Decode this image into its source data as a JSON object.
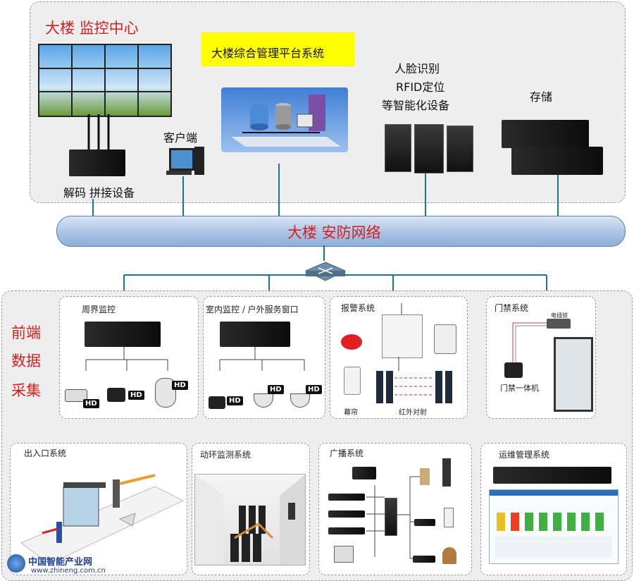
{
  "top": {
    "title": "大楼 监控中心",
    "platform": "大楼综合管理平台系统",
    "client": "客户端",
    "decoder": "解码 拼接设备",
    "smart_devices": [
      "人脸识别",
      "RFID定位",
      "等智能化设备"
    ],
    "storage": "存储"
  },
  "network": {
    "label": "大楼 安防网络"
  },
  "front": {
    "side_label": [
      "前端",
      "数据",
      "采集"
    ]
  },
  "subsystems": {
    "perimeter": {
      "title": "周界监控",
      "badges": [
        "HD",
        "HD",
        "HD"
      ]
    },
    "indoor": {
      "title": "室内监控 / 户外服务窗口",
      "badges": [
        "HD",
        "HD",
        "HD"
      ]
    },
    "alarm": {
      "title": "报警系统",
      "curtain": "幕帘",
      "infrared": "红外对射"
    },
    "access": {
      "title": "门禁系统",
      "lock": "电插锁",
      "reader": "门禁一体机"
    },
    "parking": {
      "title": "出入口系统"
    },
    "env": {
      "title": "动环监测系统"
    },
    "broadcast": {
      "title": "广播系统"
    },
    "ops": {
      "title": "运维管理系统"
    }
  },
  "watermark": {
    "name": "中国智能产业网",
    "url": "www.zhineng.com.cn"
  },
  "colors": {
    "accent_red": "#d81e1e",
    "platform_yellow": "#ffff00",
    "network_blue": "#bcd3ec",
    "link_blue": "#1f6f9f"
  }
}
